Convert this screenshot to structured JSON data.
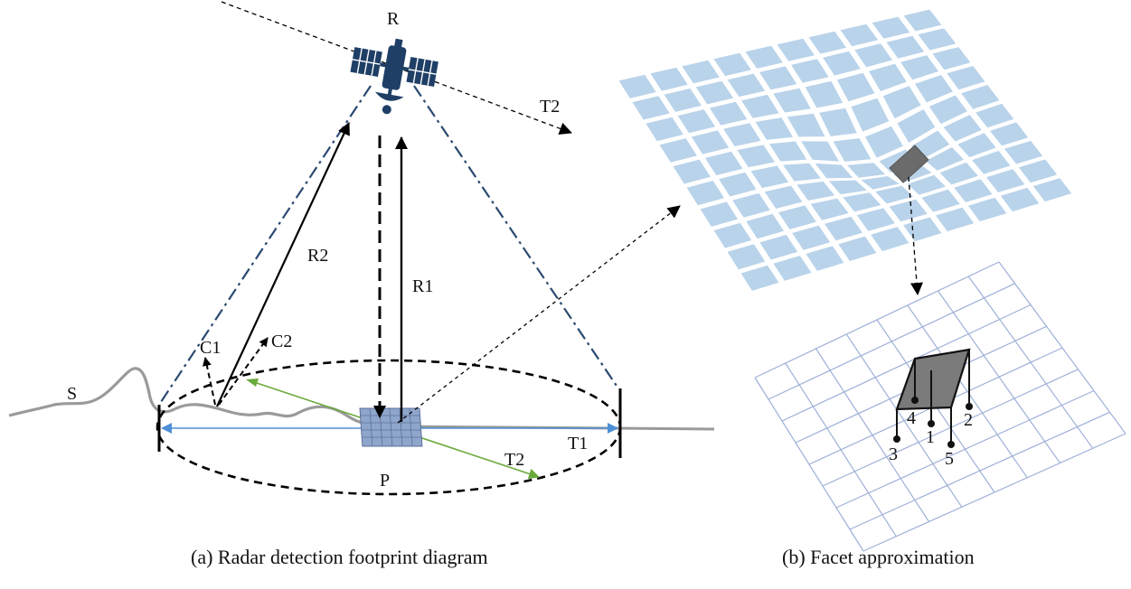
{
  "panel_a": {
    "caption": "(a) Radar detection footprint diagram",
    "labels": {
      "radar": "R",
      "r1": "R1",
      "r2": "R2",
      "c1": "C1",
      "c2": "C2",
      "s": "S",
      "p": "P",
      "t1": "T1",
      "t2_ground": "T2",
      "t2_orbit": "T2"
    }
  },
  "panel_b": {
    "caption": "(b) Facet approximation",
    "points": [
      "1",
      "2",
      "3",
      "4",
      "5"
    ]
  },
  "colors": {
    "satellite": "#1f3f66",
    "beam": "#2a4a70",
    "mesh_fill": "#b9d3ea",
    "grid_line": "#9fb0d8",
    "facet": "#6b6b6b",
    "terrain": "#9a9a9a",
    "green_arrow": "#6aaa3a",
    "blue_arrow": "#4d8fd8"
  }
}
